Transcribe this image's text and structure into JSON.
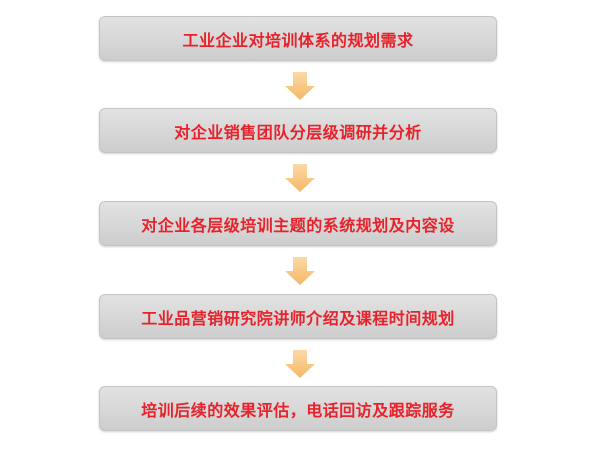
{
  "flow": {
    "steps": [
      {
        "label": "工业企业对培训体系的规划需求"
      },
      {
        "label": "对企业销售团队分层级调研并分析"
      },
      {
        "label": "对企业各层级培训主题的系统规划及内容设"
      },
      {
        "label": "工业品营销研究院讲师介绍及课程时间规划"
      },
      {
        "label": "培训后续的效果评估，电话回访及跟踪服务"
      }
    ]
  },
  "colors": {
    "label_text": "#e8212a",
    "box_fill": "#d7d7d7",
    "arrow_fill": "#f7c47e"
  }
}
